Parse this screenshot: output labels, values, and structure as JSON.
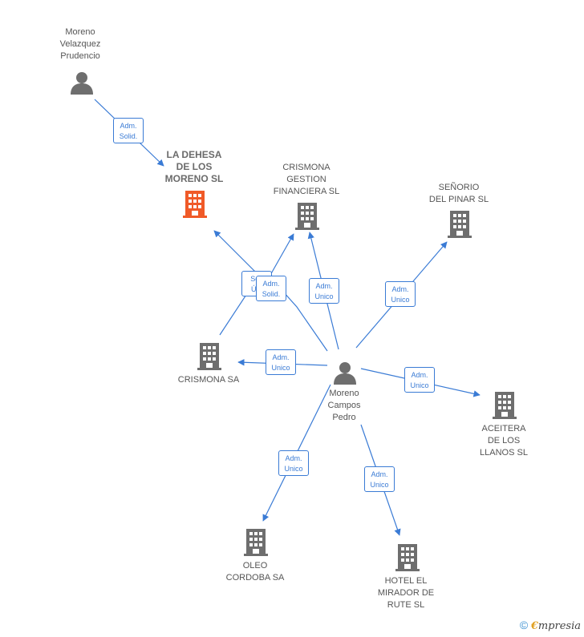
{
  "nodes": {
    "moreno_velazquez": {
      "lines": [
        "Moreno",
        "Velazquez",
        "Prudencio"
      ],
      "icon": "person-icon"
    },
    "la_dehesa": {
      "lines": [
        "LA DEHESA",
        "DE LOS",
        "MORENO  SL"
      ],
      "icon": "building-icon",
      "color": "#f05a28"
    },
    "crismona_gestion": {
      "lines": [
        "CRISMONA",
        "GESTION",
        "FINANCIERA  SL"
      ],
      "icon": "building-icon"
    },
    "senorio": {
      "lines": [
        "SEÑORIO",
        "DEL PINAR  SL"
      ],
      "icon": "building-icon"
    },
    "crismona_sa": {
      "lines": [
        "CRISMONA SA"
      ],
      "icon": "building-icon"
    },
    "moreno_campos": {
      "lines": [
        "Moreno",
        "Campos",
        "Pedro"
      ],
      "icon": "person-icon"
    },
    "aceitera": {
      "lines": [
        "ACEITERA",
        "DE LOS",
        "LLANOS  SL"
      ],
      "icon": "building-icon"
    },
    "oleo": {
      "lines": [
        "OLEO",
        "CORDOBA SA"
      ],
      "icon": "building-icon"
    },
    "hotel": {
      "lines": [
        "HOTEL EL",
        "MIRADOR DE",
        "RUTE SL"
      ],
      "icon": "building-icon"
    }
  },
  "edges": [
    {
      "id": "e1",
      "lines": [
        "Adm.",
        "Solid."
      ]
    },
    {
      "id": "e2",
      "lines": [
        "Sol.",
        "Ún."
      ]
    },
    {
      "id": "e3",
      "lines": [
        "Adm.",
        "Solid."
      ]
    },
    {
      "id": "e4",
      "lines": [
        "Adm.",
        "Unico"
      ]
    },
    {
      "id": "e5",
      "lines": [
        "Adm.",
        "Unico"
      ]
    },
    {
      "id": "e6",
      "lines": [
        "Adm.",
        "Unico"
      ]
    },
    {
      "id": "e7",
      "lines": [
        "Adm.",
        "Unico"
      ]
    },
    {
      "id": "e8",
      "lines": [
        "Adm.",
        "Unico"
      ]
    },
    {
      "id": "e9",
      "lines": [
        "Adm.",
        "Unico"
      ]
    }
  ],
  "colors": {
    "edge": "#3a7bd5",
    "node_gray": "#6e6e6e",
    "highlight": "#f05a28"
  },
  "footer": {
    "copyright": "©",
    "brand_e": "€",
    "brand_rest": "mpresia"
  }
}
